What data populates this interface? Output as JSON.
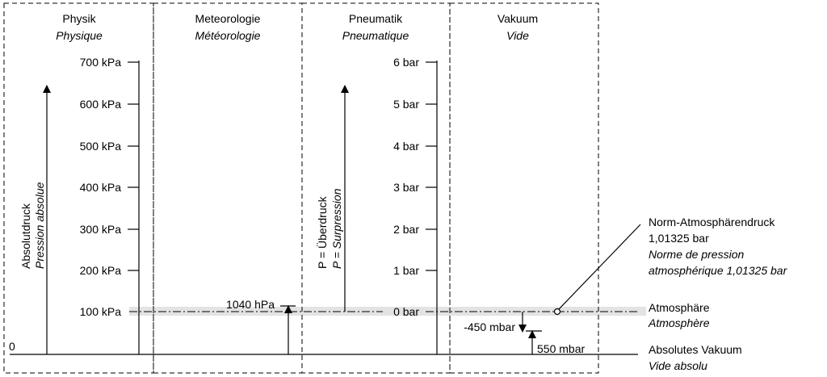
{
  "columns": [
    {
      "title": "Physik",
      "subtitle": "Physique"
    },
    {
      "title": "Meteorologie",
      "subtitle": "Météorologie"
    },
    {
      "title": "Pneumatik",
      "subtitle": "Pneumatique"
    },
    {
      "title": "Vakuum",
      "subtitle": "Vide"
    }
  ],
  "physik_scale": [
    "700 kPa",
    "600 kPa",
    "500 kPa",
    "400 kPa",
    "300 kPa",
    "200 kPa",
    "100 kPa"
  ],
  "zero_label": "0",
  "absolute_label": {
    "de": "Absolutdruck",
    "fr": "Pression absolue"
  },
  "meteo_value": "1040 hPa",
  "pneumatik_scale": [
    "6 bar",
    "5 bar",
    "4 bar",
    "3 bar",
    "2 bar",
    "1 bar",
    "0 bar"
  ],
  "overpressure_label": {
    "de": "P = Überdruck",
    "fr": "P = Surpression"
  },
  "vacuum": {
    "drop_label": "-450 mbar",
    "remaining_label": "550 mbar"
  },
  "norm": {
    "line1": "Norm-Atmosphärendruck",
    "line2": "1,01325 bar",
    "line3": "Norme de pression",
    "line4": "atmosphérique 1,01325 bar"
  },
  "atmosphere": {
    "de": "Atmosphäre",
    "fr": "Atmosphère"
  },
  "absolute_vacuum": {
    "de": "Absolutes Vakuum",
    "fr": "Vide absolu"
  },
  "colors": {
    "band": "#e3e3e3",
    "line": "#000000"
  }
}
